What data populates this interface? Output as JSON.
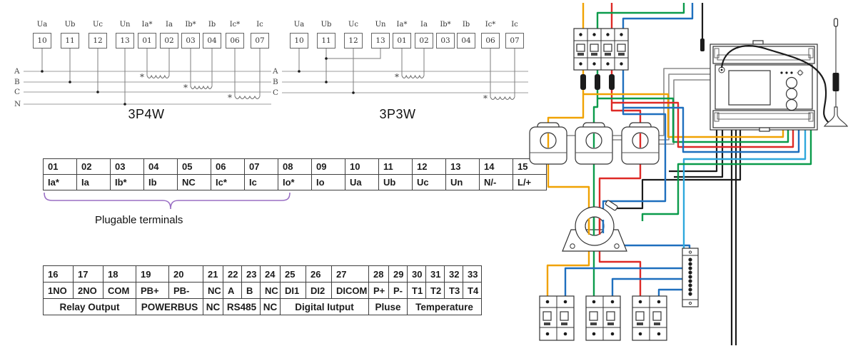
{
  "colors": {
    "wire_yellow": "#F0A202",
    "wire_green": "#0A9B4B",
    "wire_red": "#DE2A26",
    "wire_blue": "#1E6FBE",
    "wire_cyan": "#2FA8DC",
    "wire_grey": "#8C8C8C",
    "wire_black": "#1B1B1B",
    "brace_purple": "#9A6FC4",
    "schematic_line": "#9E9E9E",
    "table_border": "#3F3F3F"
  },
  "polarity_mark": "*",
  "schematics": [
    {
      "title": "3P4W",
      "bus_labels": [
        "A",
        "B",
        "C",
        "N"
      ],
      "terminals": [
        {
          "label": "Ua",
          "num": "10"
        },
        {
          "label": "Ub",
          "num": "11"
        },
        {
          "label": "Uc",
          "num": "12"
        },
        {
          "label": "Un",
          "num": "13"
        },
        {
          "label": "Ia*",
          "num": "01"
        },
        {
          "label": "Ia",
          "num": "02"
        },
        {
          "label": "Ib*",
          "num": "03"
        },
        {
          "label": "Ib",
          "num": "04"
        },
        {
          "label": "Ic*",
          "num": "06"
        },
        {
          "label": "Ic",
          "num": "07"
        }
      ]
    },
    {
      "title": "3P3W",
      "bus_labels": [
        "A",
        "B",
        "C"
      ],
      "terminals": [
        {
          "label": "Ua",
          "num": "10"
        },
        {
          "label": "Ub",
          "num": "11"
        },
        {
          "label": "Uc",
          "num": "12"
        },
        {
          "label": "Un",
          "num": "13"
        },
        {
          "label": "Ia*",
          "num": "01"
        },
        {
          "label": "Ia",
          "num": "02"
        },
        {
          "label": "Ib*",
          "num": "03"
        },
        {
          "label": "Ib",
          "num": "04"
        },
        {
          "label": "Ic*",
          "num": "06"
        },
        {
          "label": "Ic",
          "num": "07"
        }
      ]
    }
  ],
  "plugable_label": "Plugable terminals",
  "table1": {
    "numbers": [
      "01",
      "02",
      "03",
      "04",
      "05",
      "06",
      "07",
      "08",
      "09",
      "10",
      "11",
      "12",
      "13",
      "14",
      "15"
    ],
    "labels": [
      "Ia*",
      "Ia",
      "Ib*",
      "Ib",
      "NC",
      "Ic*",
      "Ic",
      "Io*",
      "Io",
      "Ua",
      "Ub",
      "Uc",
      "Un",
      "N/-",
      "L/+"
    ]
  },
  "table2": {
    "numbers": [
      "16",
      "17",
      "18",
      "19",
      "20",
      "21",
      "22",
      "23",
      "24",
      "25",
      "26",
      "27",
      "28",
      "29",
      "30",
      "31",
      "32",
      "33"
    ],
    "labels": [
      "1NO",
      "2NO",
      "COM",
      "PB+",
      "PB-",
      "NC",
      "A",
      "B",
      "NC",
      "DI1",
      "DI2",
      "DICOM",
      "P+",
      "P-",
      "T1",
      "T2",
      "T3",
      "T4"
    ],
    "groups": [
      {
        "label": "Relay Output",
        "span": 3
      },
      {
        "label": "POWERBUS",
        "span": 2
      },
      {
        "label": "NC",
        "span": 1
      },
      {
        "label": "RS485",
        "span": 2
      },
      {
        "label": "NC",
        "span": 1
      },
      {
        "label": "Digital Iutput",
        "span": 3
      },
      {
        "label": "Pluse",
        "span": 2
      },
      {
        "label": "Temperature",
        "span": 4
      }
    ]
  },
  "wiring": {
    "components": [
      "four-pole-breaker",
      "split-core-ct",
      "split-core-ct",
      "split-core-ct",
      "ring-ct",
      "din-rail-meter",
      "lcd-display",
      "antenna",
      "terminal-strip",
      "two-pole-breaker",
      "two-pole-breaker",
      "two-pole-breaker"
    ]
  }
}
